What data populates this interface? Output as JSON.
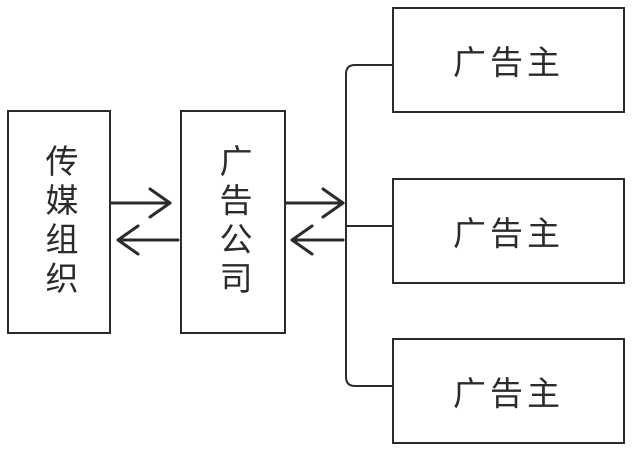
{
  "nodes": {
    "media_org": "传媒组织",
    "ad_agency": "广告公司",
    "advertisers": [
      "广告主",
      "广告主",
      "广告主"
    ]
  },
  "colors": {
    "stroke": "#2b2b2b",
    "background": "#ffffff"
  }
}
